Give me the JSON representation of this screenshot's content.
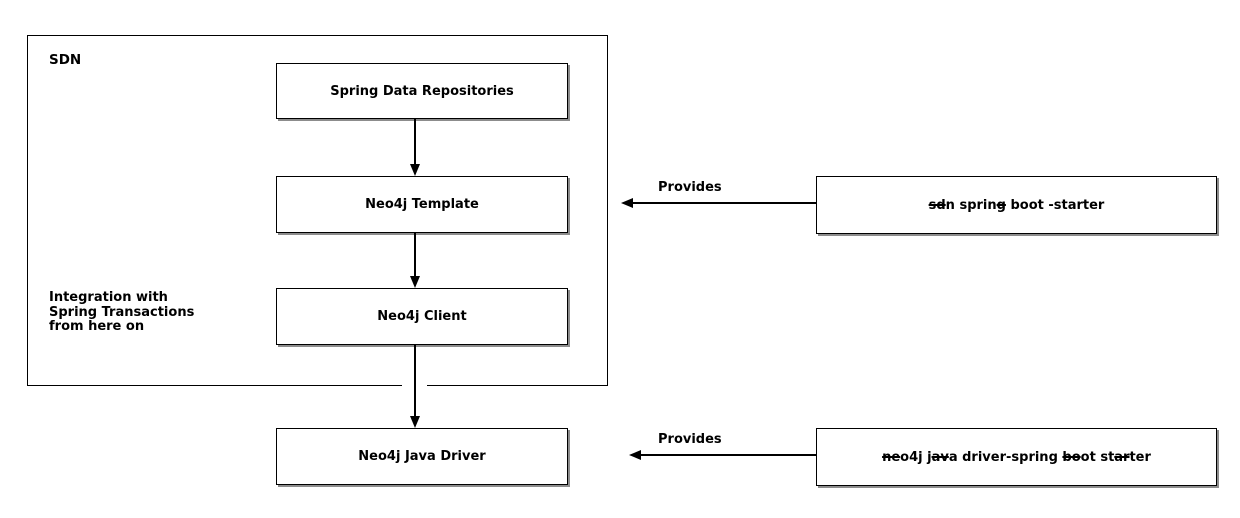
{
  "colors": {
    "background": "#ffffff",
    "line": "#000000",
    "box_fill": "#ffffff",
    "box_shadow": "rgba(0,0,0,0.45)"
  },
  "sdn_group": {
    "title": "SDN",
    "annotation_lines": [
      "Integration with",
      "Spring Transactions",
      "from here on"
    ]
  },
  "nodes": {
    "spring_data_repositories": {
      "label": "Spring Data Repositories"
    },
    "neo4j_template": {
      "label": "Neo4j Template"
    },
    "neo4j_client": {
      "label": "Neo4j Client"
    },
    "neo4j_java_driver": {
      "label": "Neo4j Java Driver"
    }
  },
  "starters": {
    "sdn_spring_boot_starter": {
      "segments": [
        {
          "text": "sd",
          "strike": true
        },
        {
          "text": "n sprin",
          "strike": false
        },
        {
          "text": "g",
          "strike": true
        },
        {
          "text": " boot -starter",
          "strike": false
        }
      ]
    },
    "neo4j_java_driver_spring_boot_starter": {
      "segments": [
        {
          "text": "ne",
          "strike": true
        },
        {
          "text": "o4j j",
          "strike": false
        },
        {
          "text": "av",
          "strike": true
        },
        {
          "text": "a driver-spring ",
          "strike": false
        },
        {
          "text": "bo",
          "strike": true
        },
        {
          "text": "ot st",
          "strike": false
        },
        {
          "text": "ar",
          "strike": true
        },
        {
          "text": "ter",
          "strike": false
        }
      ]
    }
  },
  "edges": {
    "provides_top": {
      "label": "Provides"
    },
    "provides_bottom": {
      "label": "Provides"
    }
  }
}
